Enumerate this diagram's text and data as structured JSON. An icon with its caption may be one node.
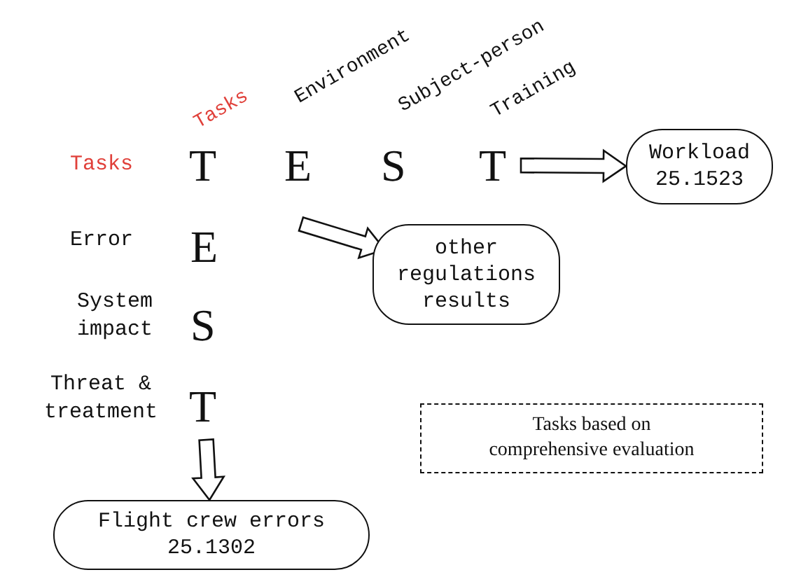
{
  "diagram": {
    "nodes": [
      {
        "text": [
          "T"
        ]
      },
      {
        "text": [
          "Workload",
          "25.1523"
        ]
      },
      {
        "text": [
          "other regulations results"
        ]
      },
      {
        "text": [
          "T"
        ]
      },
      {
        "text": [
          "Tasks based on comprehensive evaluation"
        ]
      },
      {
        "text": [
          "Flight crew errors",
          "25.1302"
        ]
      }
    ],
    "edges": [
      {
        "from": 0,
        "to": 1,
        "arrow": "to"
      },
      {
        "from": null,
        "to": 2,
        "arrow": "to"
      },
      {
        "from": 3,
        "to": 5,
        "arrow": "to"
      }
    ],
    "labels": [
      "Tasks",
      "Environment",
      "Subject-person",
      "Training",
      "Tasks",
      "T",
      "E",
      "S",
      "Error",
      "E",
      "System impact",
      "S",
      "Threat & treatment"
    ]
  }
}
